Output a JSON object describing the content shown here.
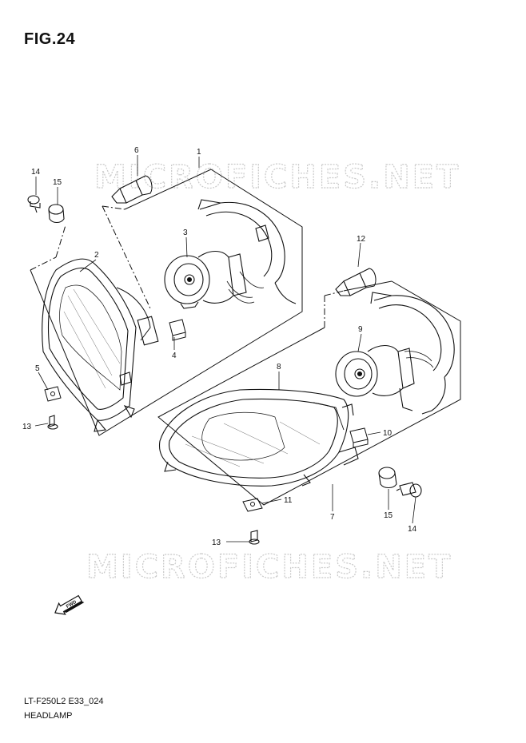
{
  "figure": {
    "title": "FIG.24",
    "model_code": "LT-F250L2 E33_024",
    "name": "HEADLAMP"
  },
  "watermark": "MICROFICHES.NET",
  "fwd_label": "FWD",
  "callouts": {
    "c1": "1",
    "c2": "2",
    "c3": "3",
    "c4": "4",
    "c5": "5",
    "c6": "6",
    "c7": "7",
    "c8": "8",
    "c9": "9",
    "c10": "10",
    "c11": "11",
    "c12": "12",
    "c13a": "13",
    "c13b": "13",
    "c14a": "14",
    "c14b": "14",
    "c15a": "15",
    "c15b": "15"
  }
}
